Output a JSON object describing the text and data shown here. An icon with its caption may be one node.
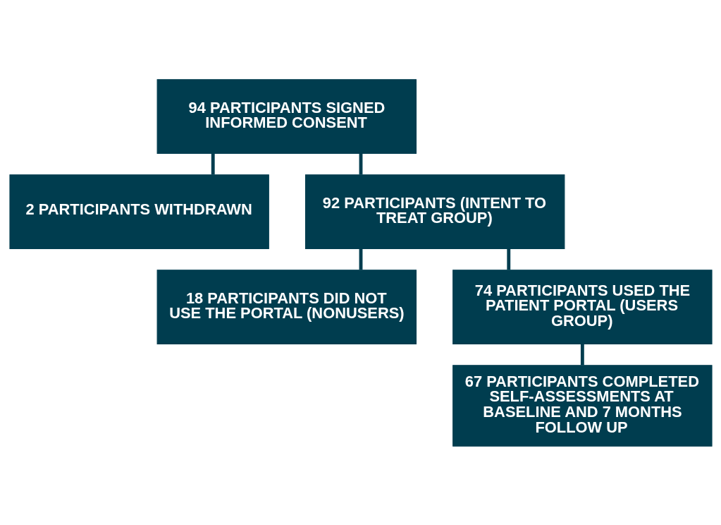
{
  "diagram": {
    "nodes": [
      {
        "text": [
          "94 PARTICIPANTS SIGNED INFORMED CONSENT"
        ]
      },
      {
        "text": [
          "2 PARTICIPANTS WITHDRAWN"
        ]
      },
      {
        "text": [
          "92 PARTICIPANTS (INTENT TO TREAT GROUP)"
        ]
      },
      {
        "text": [
          "18 PARTICIPANTS DID NOT USE THE PORTAL (NONUSERS)"
        ]
      },
      {
        "text": [
          "74 PARTICIPANTS USED THE PATIENT PORTAL (USERS GROUP)"
        ]
      },
      {
        "text": [
          "67 PARTICIPANTS COMPLETED SELF-ASSESSMENTS AT BASELINE AND 7 MONTHS FOLLOW UP"
        ]
      }
    ],
    "edges": [
      {
        "from": 0,
        "to": 2,
        "arrow": "none"
      },
      {
        "from": 0,
        "to": 1,
        "arrow": "none"
      },
      {
        "from": 2,
        "to": 4,
        "arrow": "none"
      },
      {
        "from": 2,
        "to": 3,
        "arrow": "none"
      },
      {
        "from": 4,
        "to": 5,
        "arrow": "none"
      }
    ]
  }
}
